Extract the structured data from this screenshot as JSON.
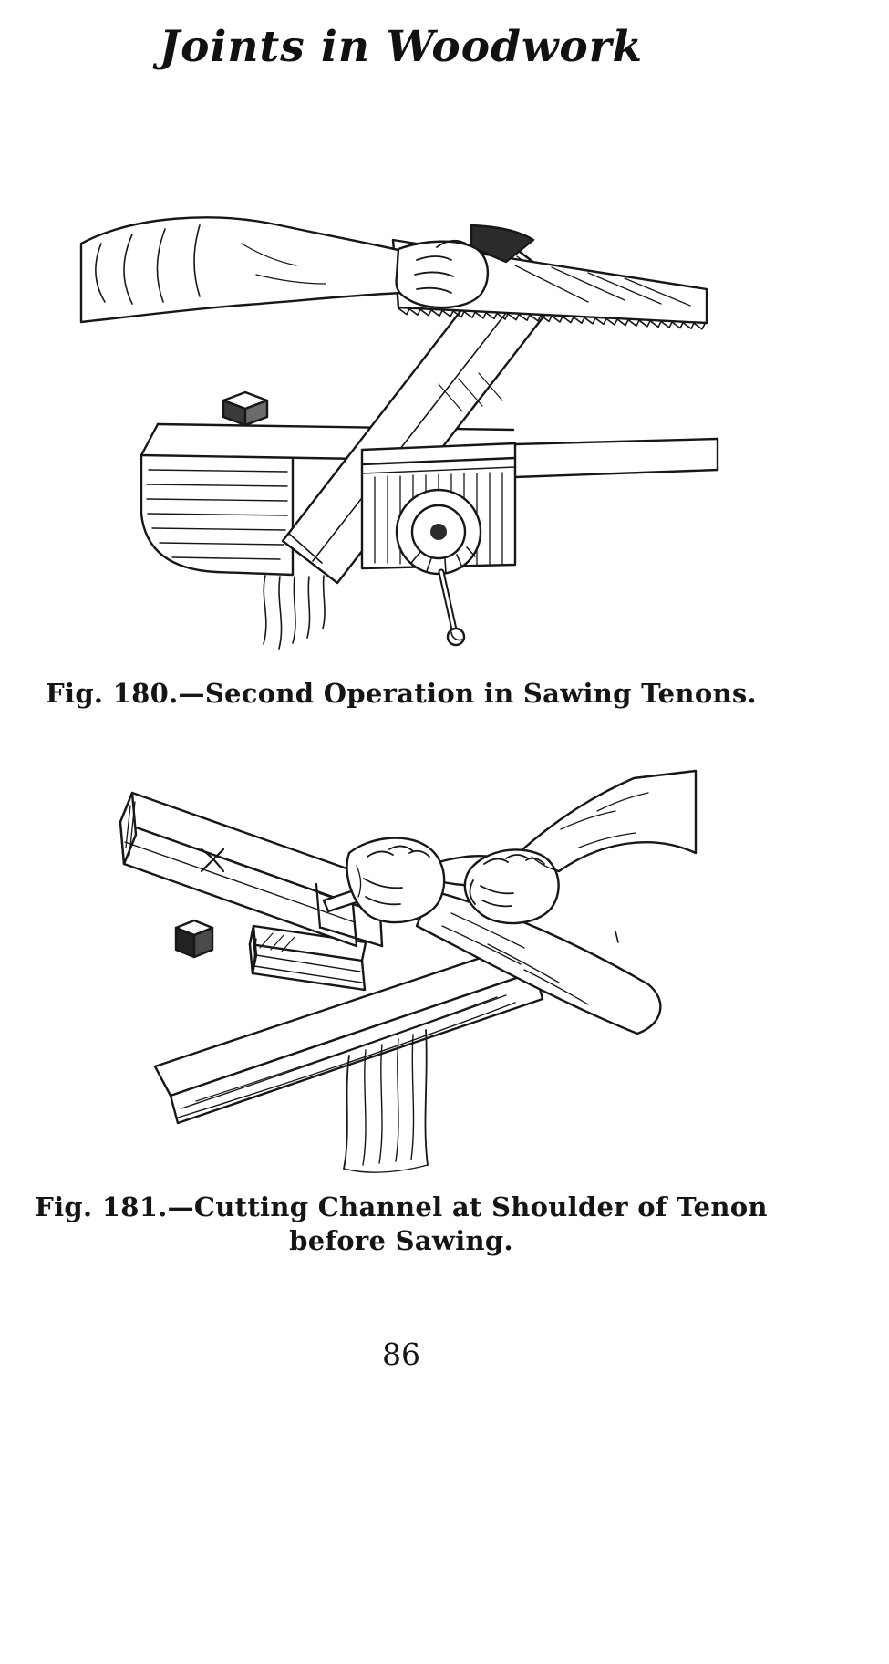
{
  "page": {
    "title": "Joints in Woodwork",
    "page_number": "86"
  },
  "figures": [
    {
      "caption": "Fig. 180.—Second Operation in Sawing Tenons."
    },
    {
      "caption_line1": "Fig. 181.—Cutting Channel at Shoulder of Tenon",
      "caption_line2": "before Sawing."
    }
  ]
}
